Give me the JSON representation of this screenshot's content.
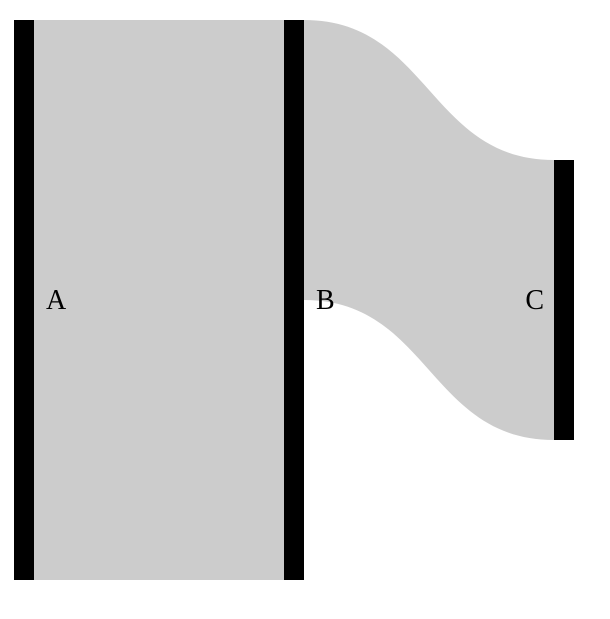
{
  "chart_data": {
    "type": "sankey",
    "nodes": [
      {
        "id": "A",
        "label": "A"
      },
      {
        "id": "B",
        "label": "B"
      },
      {
        "id": "C",
        "label": "C"
      }
    ],
    "links": [
      {
        "source": "A",
        "target": "B",
        "value": 100
      },
      {
        "source": "B",
        "target": "C",
        "value": 50
      }
    ],
    "colors": {
      "node": "#000000",
      "link": "#cccccc",
      "label": "#000000",
      "background": "#ffffff"
    }
  }
}
